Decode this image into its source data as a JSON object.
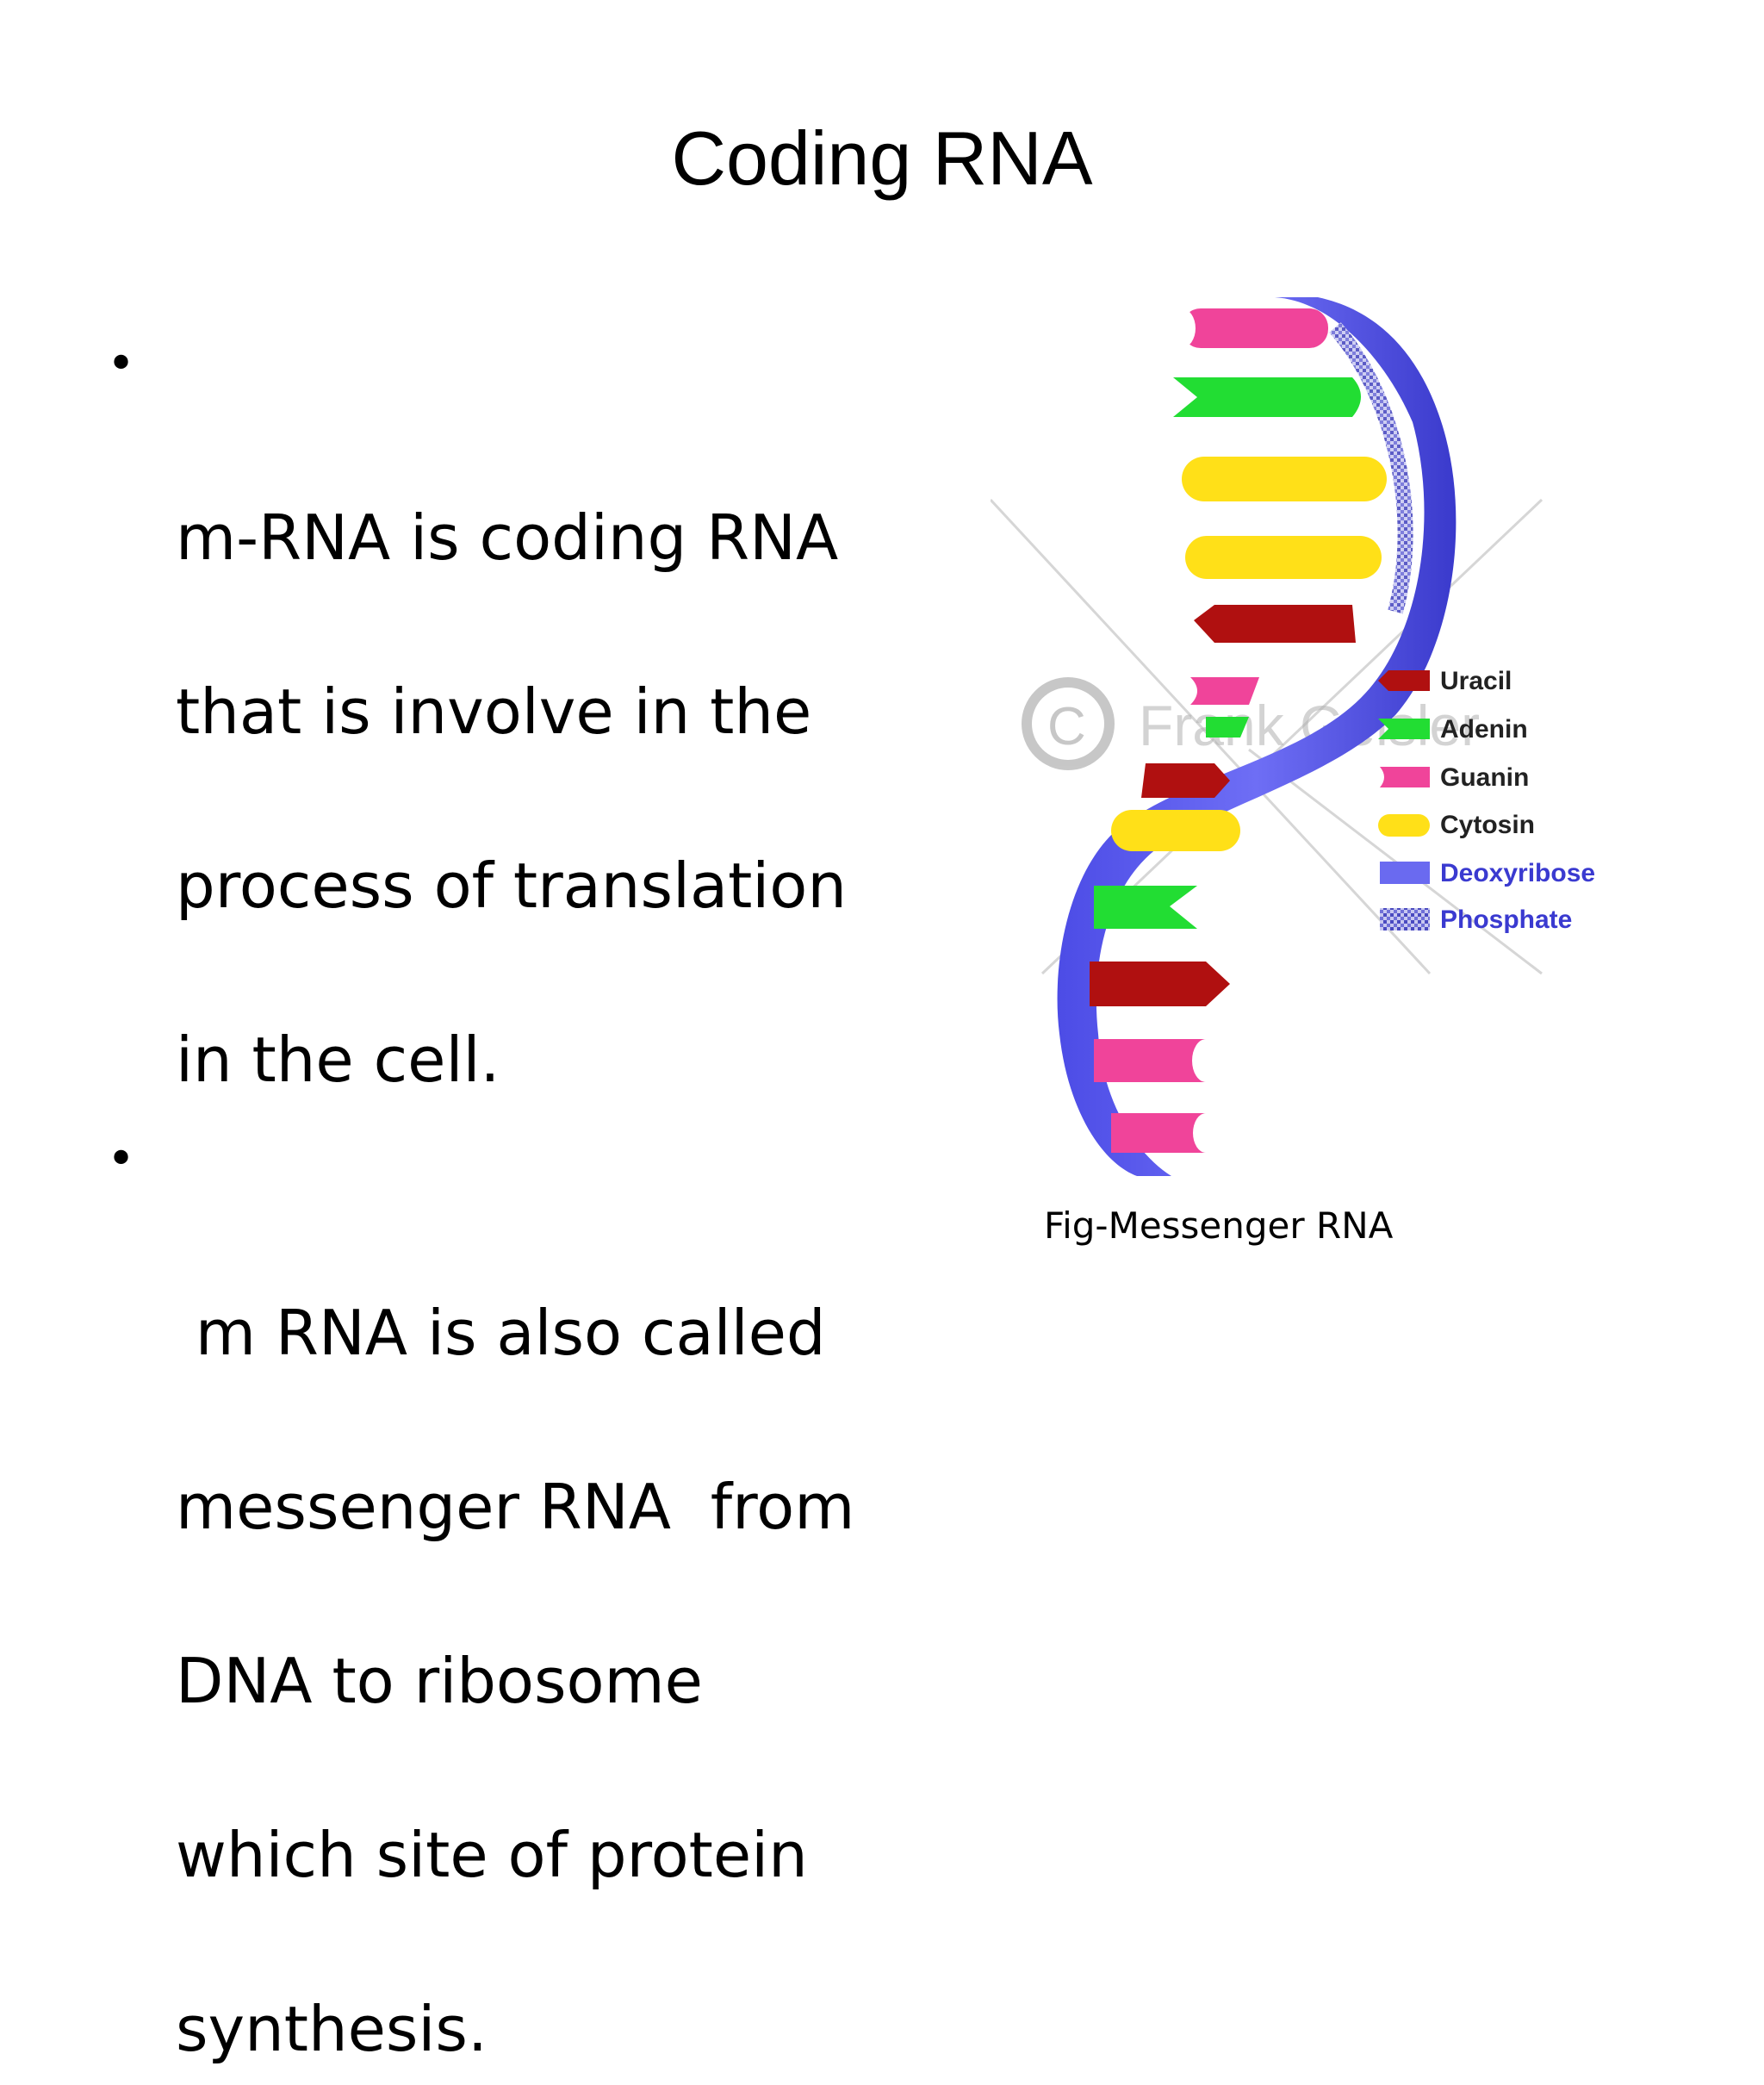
{
  "slide": {
    "title": "Coding RNA",
    "bullets": [
      "m-RNA is coding RNA that is involve in the process of translation in the cell.",
      " m RNA is also called messenger RNA  from DNA to ribosome which site of protein synthesis."
    ],
    "bullet_lines": [
      [
        "m-RNA is coding RNA",
        "that is involve in the",
        "process of translation",
        "in the cell."
      ],
      [
        " m RNA is also called",
        "messenger RNA  from",
        "DNA to ribosome",
        "which site of protein",
        "synthesis."
      ]
    ],
    "bullet_glyph": "•",
    "caption": "Fig-Messenger RNA"
  },
  "figure": {
    "watermark": "Frank Geisler",
    "legend": [
      {
        "label": "Uracil",
        "color": "#b01010",
        "icon": "arrow-tab"
      },
      {
        "label": "Adenin",
        "color": "#22dd33",
        "icon": "notched-tab"
      },
      {
        "label": "Guanin",
        "color": "#f0449a",
        "icon": "concave-tab"
      },
      {
        "label": "Cytosin",
        "color": "#ffe018",
        "icon": "rounded-tab"
      },
      {
        "label": "Deoxyribose",
        "color": "#6a6af0",
        "icon": "solid-rect"
      },
      {
        "label": "Phosphate",
        "color": "#5050c8",
        "icon": "patterned-rect"
      }
    ],
    "bases_top_to_bottom": [
      "Guanin",
      "Adenin",
      "Cytosin",
      "Cytosin",
      "Uracil",
      "Guanin",
      "Adenin",
      "Uracil",
      "Cytosin",
      "Adenin",
      "Uracil",
      "Guanin",
      "Guanin"
    ]
  }
}
